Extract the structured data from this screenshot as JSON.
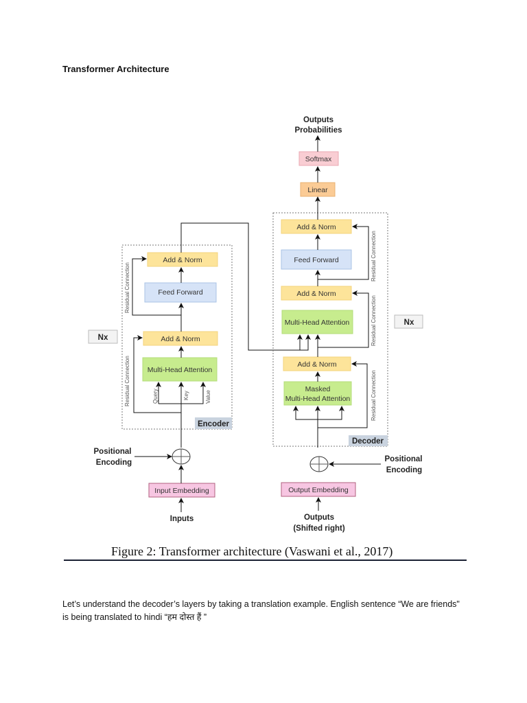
{
  "heading": "Transformer Architecture",
  "diagram": {
    "outputs_label_1": "Outputs",
    "outputs_label_2": "Probabilities",
    "softmax": "Softmax",
    "linear": "Linear",
    "nx_label": "Nx",
    "encoder": {
      "title": "Encoder",
      "add_norm_top": "Add & Norm",
      "feed_forward": "Feed Forward",
      "add_norm_bottom": "Add & Norm",
      "multi_head_attention": "Multi-Head Attention",
      "query": "Query",
      "key": "Key",
      "value": "Value",
      "residual_1": "Residual Connection",
      "residual_2": "Residual Connection",
      "positional_encoding_1": "Positional",
      "positional_encoding_2": "Encoding",
      "input_embedding": "Input Embedding",
      "inputs": "Inputs"
    },
    "decoder": {
      "title": "Decoder",
      "add_norm_top": "Add & Norm",
      "feed_forward": "Feed Forward",
      "add_norm_middle": "Add & Norm",
      "multi_head_attention": "Multi-Head Attention",
      "add_norm_bottom": "Add & Norm",
      "masked_1": "Masked",
      "masked_2": "Multi-Head Attention",
      "residual_1": "Residual Connection",
      "residual_2": "Residual Connection",
      "residual_3": "Residual Connection",
      "positional_encoding_1": "Positional",
      "positional_encoding_2": "Encoding",
      "output_embedding": "Output Embedding",
      "outputs_1": "Outputs",
      "outputs_2": "(Shifted right)"
    },
    "colors": {
      "add_norm": "#fde49a",
      "feed_forward": "#d6e3f7",
      "attention": "#c7ec8e",
      "embedding": "#f7c6e2",
      "softmax": "#f9cdd3",
      "linear": "#fbcb95",
      "block_label": "#c9d3df"
    }
  },
  "caption": "Figure 2: Transformer architecture (Vaswani et al., 2017)",
  "paragraph": "Let’s understand the decoder’s layers by taking a translation example. English sentence “We are friends\" is being translated to hindi  “हम दोस्त हैं ”"
}
